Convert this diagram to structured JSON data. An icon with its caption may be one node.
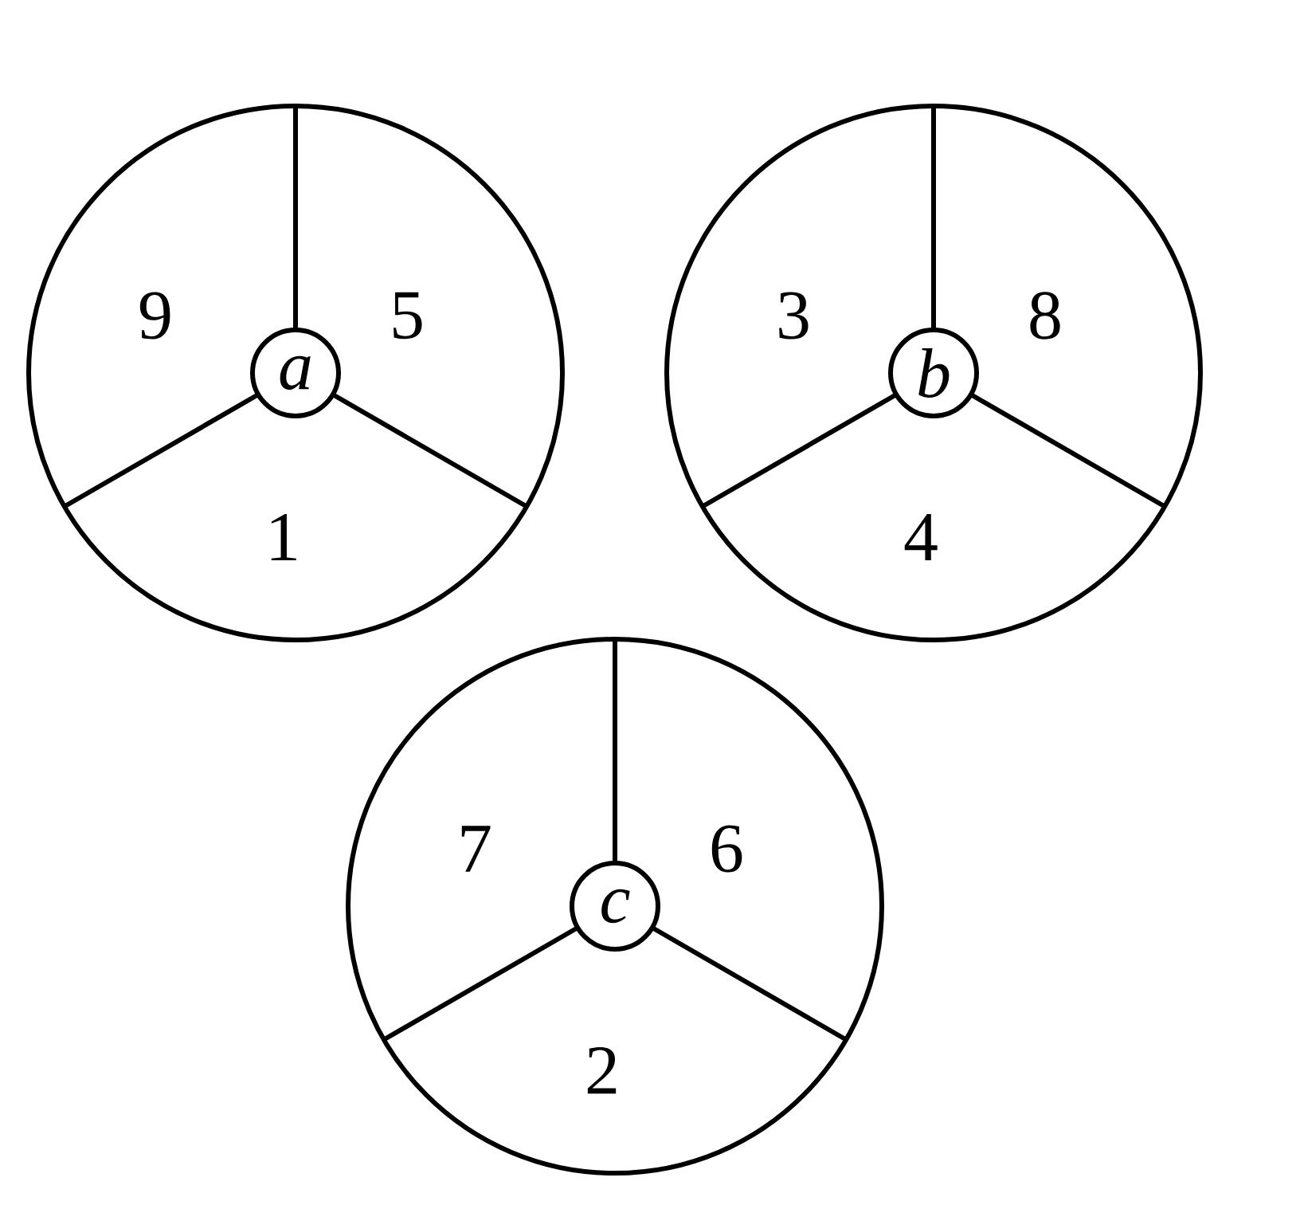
{
  "diagram": {
    "nodes": [
      {
        "text": [],
        "shape": "circle"
      },
      {
        "text": [
          "9"
        ],
        "in": 0
      },
      {
        "text": [
          "5"
        ],
        "in": 0
      },
      {
        "text": [
          "a"
        ],
        "in": 0
      },
      {
        "text": [
          "1"
        ],
        "in": 0
      },
      {
        "text": [],
        "shape": "circle"
      },
      {
        "text": [
          "3"
        ],
        "in": 5
      },
      {
        "text": [
          "8"
        ],
        "in": 5
      },
      {
        "text": [
          "b"
        ],
        "in": 5
      },
      {
        "text": [
          "4"
        ],
        "in": 5
      },
      {
        "text": [],
        "shape": "circle"
      },
      {
        "text": [
          "7"
        ],
        "in": 10
      },
      {
        "text": [
          "6"
        ],
        "in": 10
      },
      {
        "text": [
          "c"
        ],
        "in": 10
      },
      {
        "text": [
          "2"
        ],
        "in": 10
      }
    ]
  }
}
